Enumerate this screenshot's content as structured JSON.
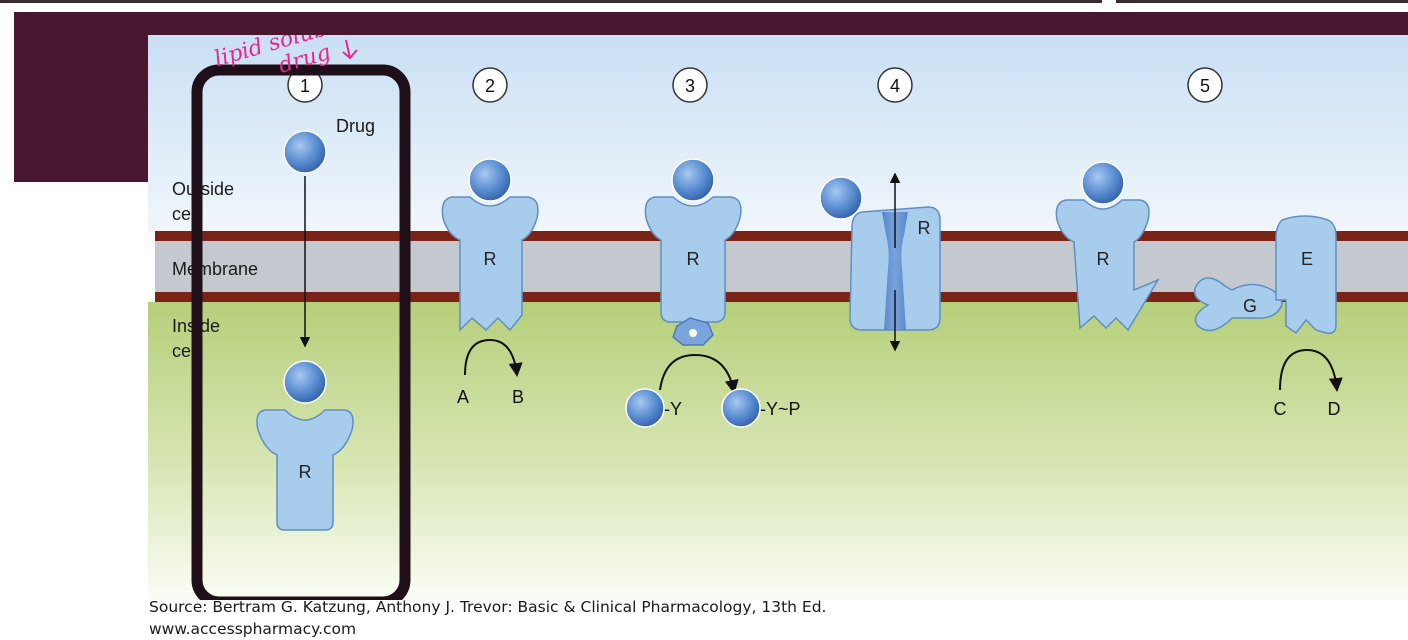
{
  "annotation": {
    "line1": "lipid soluble",
    "line2": "drug"
  },
  "labels": {
    "drug": "Drug",
    "outside_1": "Outside",
    "outside_2": "cell",
    "membrane": "Membrane",
    "inside_1": "Inside",
    "inside_2": "cell",
    "receptor": "R",
    "enzyme": "E",
    "gprotein": "G",
    "substrate_a": "A",
    "product_b": "B",
    "sub_y": "-Y",
    "sub_yp": "-Y~P",
    "substrate_c": "C",
    "product_d": "D"
  },
  "mechanisms": [
    "1",
    "2",
    "3",
    "4",
    "5"
  ],
  "source": {
    "line1": "Source: Bertram G. Katzung, Anthony J. Trevor: Basic & Clinical Pharmacology, 13th Ed.",
    "line2": "www.accesspharmacy.com"
  },
  "colors": {
    "slide_band": "#4a1731",
    "membrane_border": "#7a2418",
    "membrane_fill": "#c4c9cf",
    "receptor": "#a8cdec",
    "drug": "#4f82c9",
    "highlight_box": "#1e0f19",
    "annotation": "#e8268e"
  }
}
